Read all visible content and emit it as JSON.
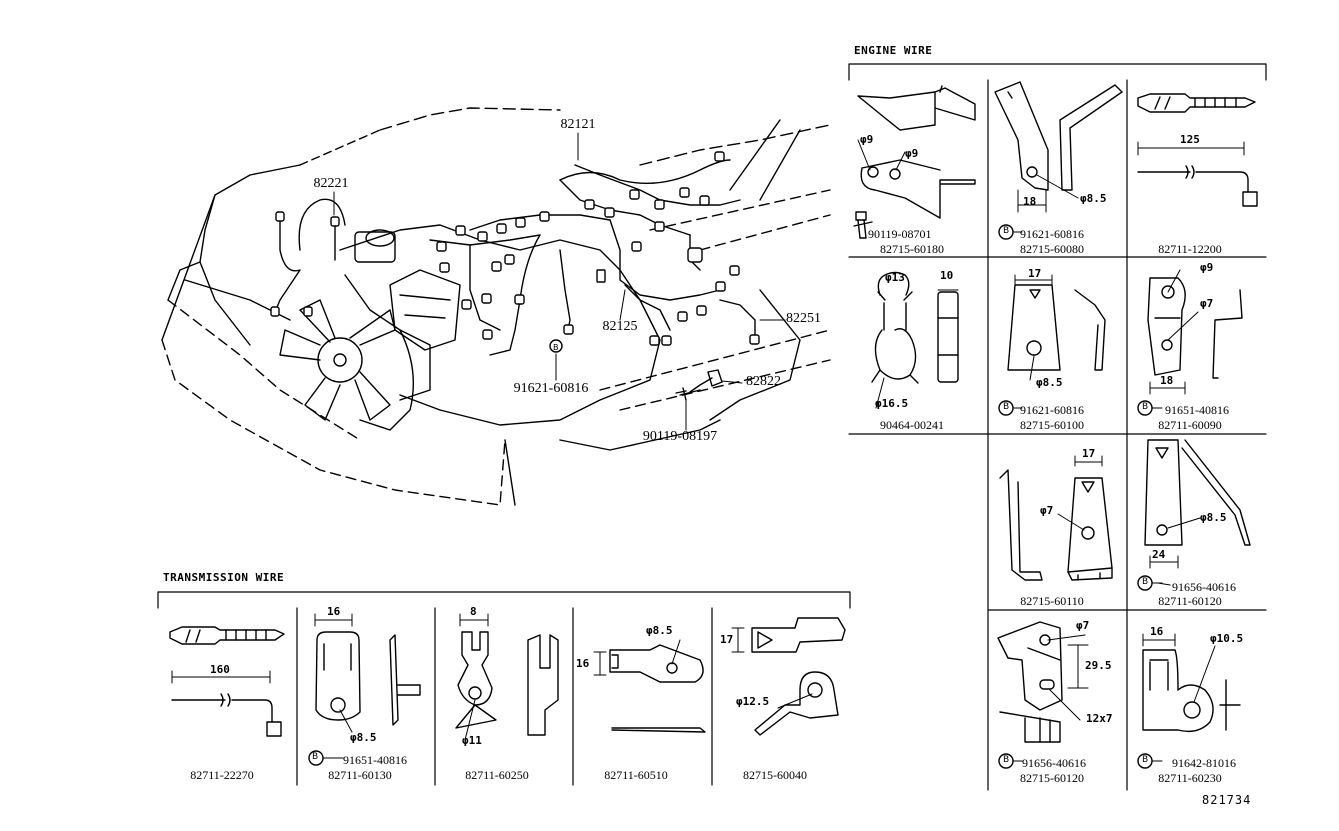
{
  "engine_view": {
    "callouts": {
      "harness_82121": "82121",
      "harness_82221": "82221",
      "harness_82125": "82125",
      "harness_82251": "82251",
      "harness_82822": "82822",
      "bolt_91621": "91621-60816",
      "screw_90119": "90119-08197",
      "bolt_symbol": "B"
    }
  },
  "engine_wire": {
    "title": "ENGINE WIRE",
    "cells": [
      {
        "parts": [
          "90119-08701",
          "82715-60180"
        ],
        "dims": [
          "φ9",
          "φ9"
        ]
      },
      {
        "parts": [
          "91621-60816",
          "82715-60080"
        ],
        "dims": [
          "18",
          "φ8.5"
        ],
        "bolt": "B"
      },
      {
        "parts": [
          "82711-12200"
        ],
        "dims": [
          "125"
        ]
      },
      {
        "parts": [
          "90464-00241"
        ],
        "dims": [
          "φ13",
          "10",
          "φ16.5"
        ]
      },
      {
        "parts": [
          "91621-60816",
          "82715-60100"
        ],
        "dims": [
          "17",
          "φ8.5"
        ],
        "bolt": "B"
      },
      {
        "parts": [
          "91651-40816",
          "82711-60090"
        ],
        "dims": [
          "φ9",
          "φ7",
          "18"
        ],
        "bolt": "B"
      },
      {
        "parts": [
          "82715-60110"
        ],
        "dims": [
          "17",
          "φ7"
        ]
      },
      {
        "parts": [
          "91656-40616",
          "82711-60120"
        ],
        "dims": [
          "φ8.5",
          "24"
        ],
        "bolt": "B"
      },
      {
        "parts": [
          "91656-40616",
          "82715-60120"
        ],
        "dims": [
          "φ7",
          "29.5",
          "12x7"
        ],
        "bolt": "B"
      },
      {
        "parts": [
          "91642-81016",
          "82711-60230"
        ],
        "dims": [
          "16",
          "φ10.5"
        ],
        "bolt": "B"
      }
    ]
  },
  "transmission_wire": {
    "title": "TRANSMISSION WIRE",
    "cells": [
      {
        "parts": [
          "82711-22270"
        ],
        "dims": [
          "160"
        ]
      },
      {
        "parts": [
          "91651-40816",
          "82711-60130"
        ],
        "dims": [
          "16",
          "φ8.5"
        ],
        "bolt": "B"
      },
      {
        "parts": [
          "82711-60250"
        ],
        "dims": [
          "8",
          "φ11"
        ]
      },
      {
        "parts": [
          "82711-60510"
        ],
        "dims": [
          "φ8.5",
          "16"
        ]
      },
      {
        "parts": [
          "82715-60040"
        ],
        "dims": [
          "17",
          "φ12.5"
        ]
      }
    ]
  },
  "illustration_number": "821734"
}
